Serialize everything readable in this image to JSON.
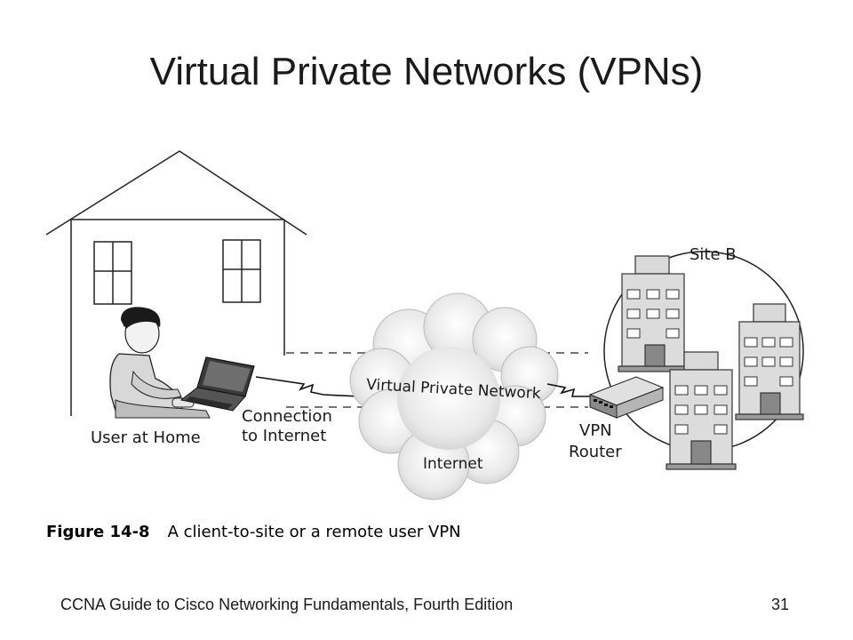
{
  "slide": {
    "title": "Virtual Private Networks (VPNs)",
    "footer_left": "CCNA Guide to Cisco Networking Fundamentals, Fourth Edition",
    "page_number": "31"
  },
  "diagram": {
    "labels": {
      "user": "User at Home",
      "connection_line1": "Connection",
      "connection_line2": "to Internet",
      "vpn": "Virtual Private Network",
      "internet": "Internet",
      "router_line1": "VPN",
      "router_line2": "Router",
      "site": "Site B"
    }
  },
  "figure": {
    "number": "Figure 14-8",
    "caption": "A client-to-site or a remote user VPN"
  }
}
